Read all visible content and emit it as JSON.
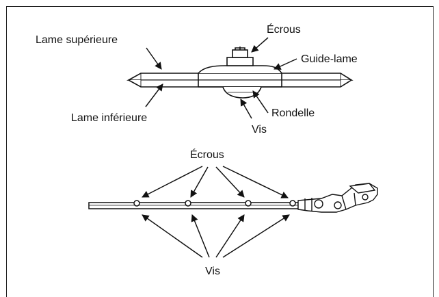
{
  "top_diagram": {
    "label_upper_blade": "Lame supérieure",
    "label_lower_blade": "Lame inférieure",
    "label_nuts": "Écrous",
    "label_blade_guide": "Guide-lame",
    "label_washer": "Rondelle",
    "label_screw": "Vis"
  },
  "bottom_diagram": {
    "label_nuts": "Écrous",
    "label_screws": "Vis"
  }
}
